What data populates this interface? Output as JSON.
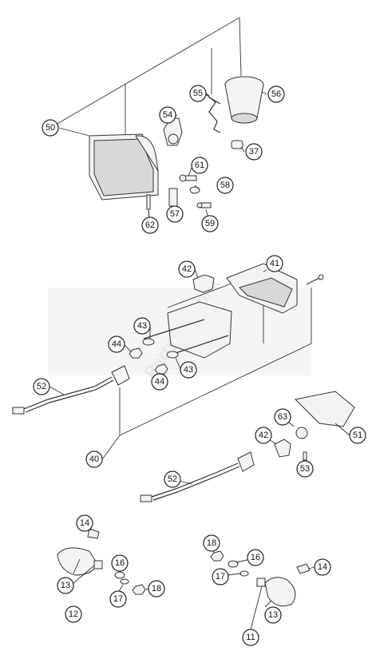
{
  "watermark": "PartsRepublik",
  "callouts": [
    {
      "id": "c50",
      "label": "50"
    },
    {
      "id": "c55",
      "label": "55"
    },
    {
      "id": "c56",
      "label": "56"
    },
    {
      "id": "c54",
      "label": "54"
    },
    {
      "id": "c37",
      "label": "37"
    },
    {
      "id": "c61",
      "label": "61"
    },
    {
      "id": "c58",
      "label": "58"
    },
    {
      "id": "c57",
      "label": "57"
    },
    {
      "id": "c59",
      "label": "59"
    },
    {
      "id": "c62",
      "label": "62"
    },
    {
      "id": "c42a",
      "label": "42"
    },
    {
      "id": "c41",
      "label": "41"
    },
    {
      "id": "c43a",
      "label": "43"
    },
    {
      "id": "c44a",
      "label": "44"
    },
    {
      "id": "c43b",
      "label": "43"
    },
    {
      "id": "c44b",
      "label": "44"
    },
    {
      "id": "c52a",
      "label": "52"
    },
    {
      "id": "c63",
      "label": "63"
    },
    {
      "id": "c51",
      "label": "51"
    },
    {
      "id": "c42b",
      "label": "42"
    },
    {
      "id": "c40",
      "label": "40"
    },
    {
      "id": "c53",
      "label": "53"
    },
    {
      "id": "c52b",
      "label": "52"
    },
    {
      "id": "c14a",
      "label": "14"
    },
    {
      "id": "c13a",
      "label": "13"
    },
    {
      "id": "c12",
      "label": "12"
    },
    {
      "id": "c16a",
      "label": "16"
    },
    {
      "id": "c17a",
      "label": "17"
    },
    {
      "id": "c18a",
      "label": "18"
    },
    {
      "id": "c18b",
      "label": "18"
    },
    {
      "id": "c16b",
      "label": "16"
    },
    {
      "id": "c17b",
      "label": "17"
    },
    {
      "id": "c14b",
      "label": "14"
    },
    {
      "id": "c13b",
      "label": "13"
    },
    {
      "id": "c11",
      "label": "11"
    }
  ]
}
